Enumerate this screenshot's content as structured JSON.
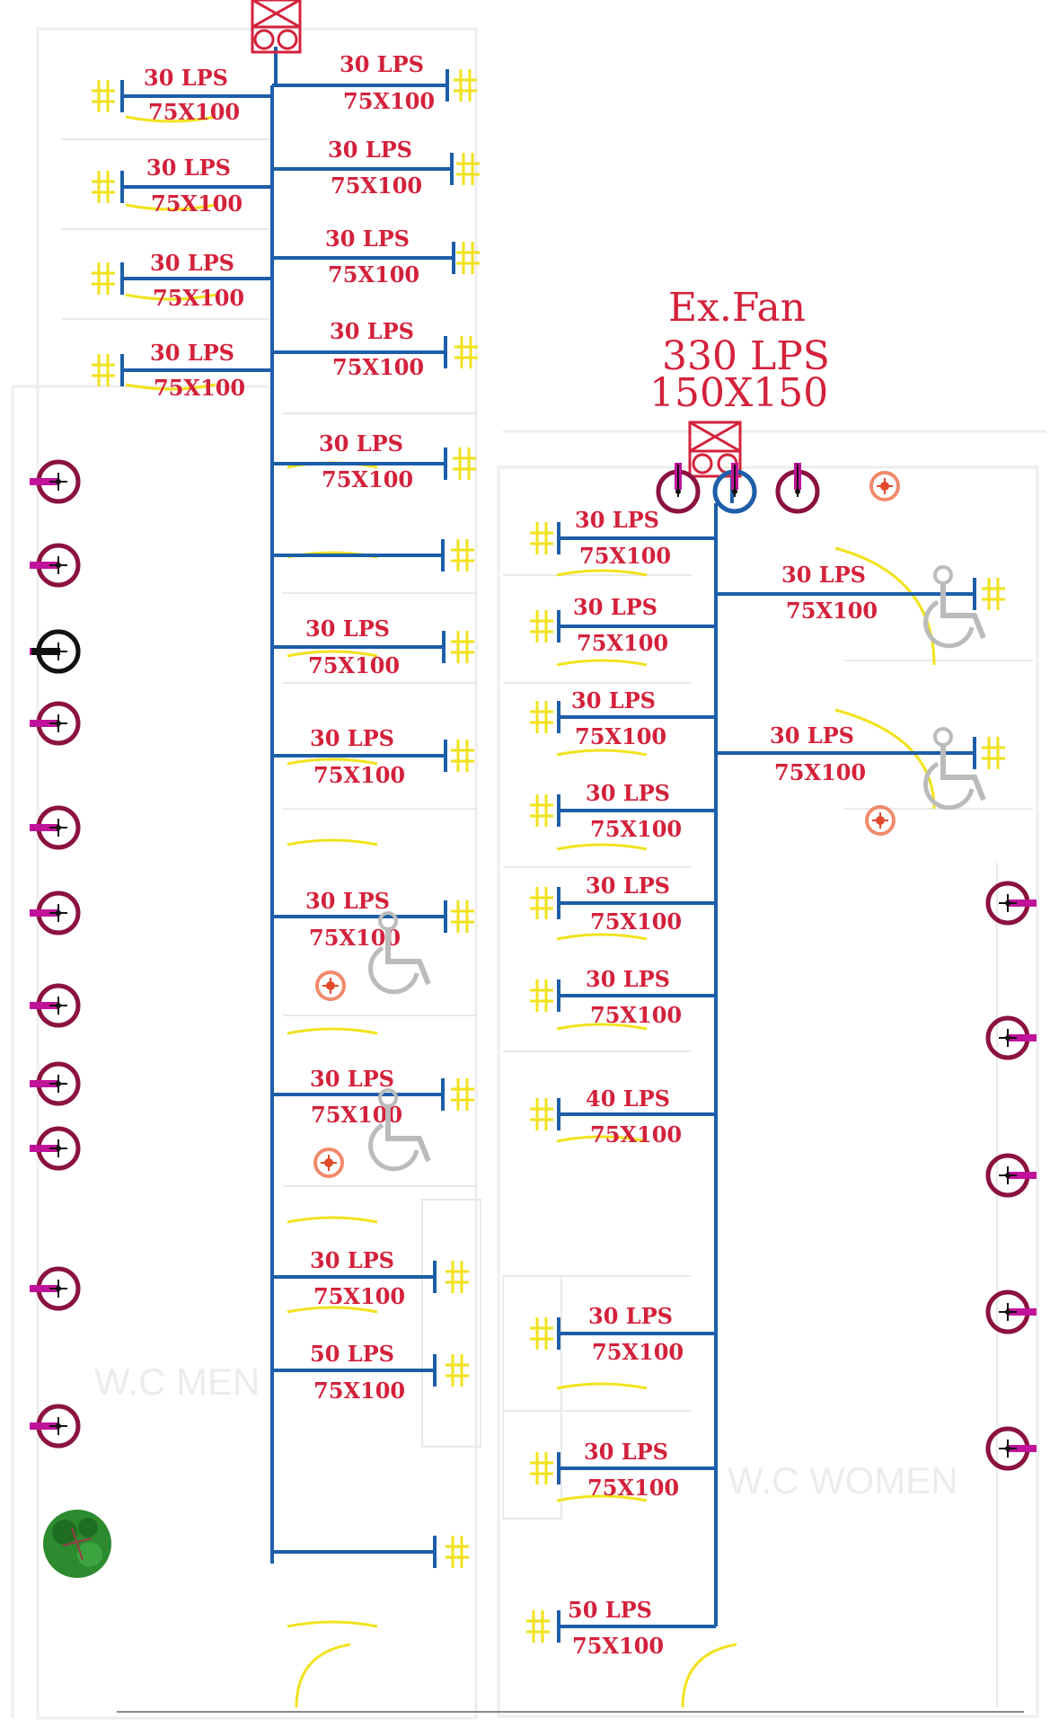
{
  "fan": {
    "name": "Ex.Fan",
    "flow": "330  LPS",
    "size": "150X150"
  },
  "rooms": {
    "men": "W.C MEN",
    "women": "W.C WOMEN"
  },
  "left_branches": [
    {
      "lps": "30  LPS",
      "size": "75X100"
    },
    {
      "lps": "30  LPS",
      "size": "75X100"
    },
    {
      "lps": "30  LPS",
      "size": "75X100"
    },
    {
      "lps": "30  LPS",
      "size": "75X100"
    },
    {
      "lps": "30  LPS",
      "size": "75X100"
    },
    {
      "lps": "30  LPS",
      "size": "75X100"
    },
    {
      "lps": "30  LPS",
      "size": "75X100"
    },
    {
      "lps": "30  LPS",
      "size": "75X100"
    },
    {
      "lps": "30  LPS",
      "size": "75X100"
    },
    {
      "lps": "30  LPS",
      "size": "75X100"
    },
    {
      "lps": "30  LPS",
      "size": "75X100"
    },
    {
      "lps": "30  LPS",
      "size": "75X100"
    },
    {
      "lps": "30  LPS",
      "size": "75X100"
    },
    {
      "lps": "30  LPS",
      "size": "75X100"
    },
    {
      "lps": "50  LPS",
      "size": "75X100"
    }
  ],
  "right_branches": [
    {
      "lps": "30  LPS",
      "size": "75X100"
    },
    {
      "lps": "30  LPS",
      "size": "75X100"
    },
    {
      "lps": "30  LPS",
      "size": "75X100"
    },
    {
      "lps": "30  LPS",
      "size": "75X100"
    },
    {
      "lps": "30  LPS",
      "size": "75X100"
    },
    {
      "lps": "30  LPS",
      "size": "75X100"
    },
    {
      "lps": "30  LPS",
      "size": "75X100"
    },
    {
      "lps": "30  LPS",
      "size": "75X100"
    },
    {
      "lps": "40  LPS",
      "size": "75X100"
    },
    {
      "lps": "30  LPS",
      "size": "75X100"
    },
    {
      "lps": "30  LPS",
      "size": "75X100"
    },
    {
      "lps": "50  LPS",
      "size": "75X100"
    }
  ],
  "colors": {
    "duct": "#1d5ea9",
    "label": "#d4213b",
    "grille": "#f2e21c",
    "fan_unit": "#d4213b",
    "light_ring": "#8b1240",
    "light_bar": "#c0139a"
  }
}
